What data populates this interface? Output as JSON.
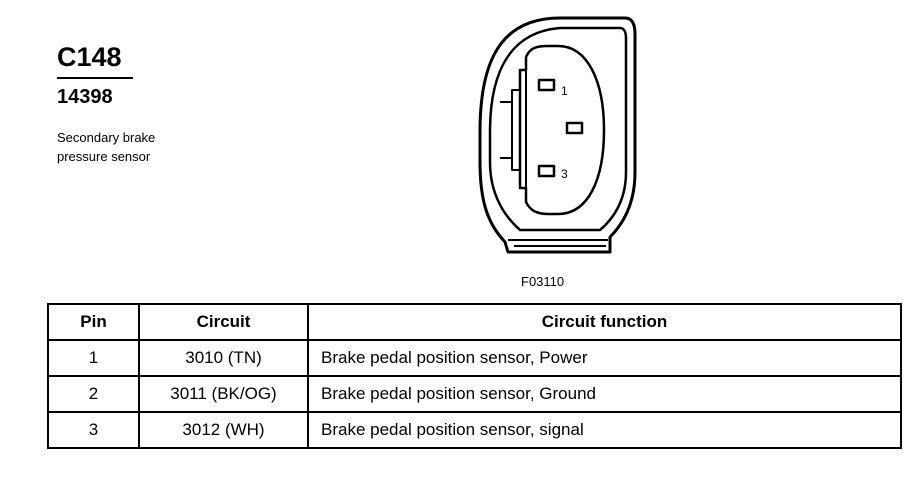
{
  "connector": {
    "id": "C148",
    "part_number": "14398",
    "description_line1": "Secondary brake",
    "description_line2": "pressure sensor",
    "figure_id": "F03110",
    "pin_labels": [
      "1",
      "3"
    ]
  },
  "table": {
    "headers": {
      "pin": "Pin",
      "circuit": "Circuit",
      "function": "Circuit function"
    },
    "rows": [
      {
        "pin": "1",
        "circuit": "3010 (TN)",
        "function": "Brake pedal position sensor, Power"
      },
      {
        "pin": "2",
        "circuit": "3011 (BK/OG)",
        "function": "Brake pedal position sensor, Ground"
      },
      {
        "pin": "3",
        "circuit": "3012 (WH)",
        "function": "Brake pedal position sensor, signal"
      }
    ]
  }
}
